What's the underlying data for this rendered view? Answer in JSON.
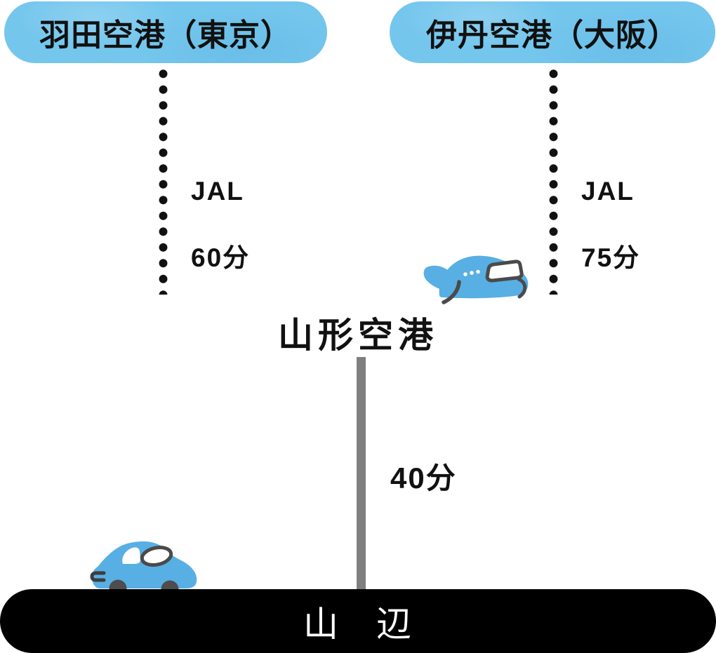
{
  "airports": [
    {
      "name": "羽田空港（東京）",
      "airline": "JAL",
      "duration": "60分"
    },
    {
      "name": "伊丹空港（大阪）",
      "airline": "JAL",
      "duration": "75分"
    }
  ],
  "hub": {
    "name": "山形空港"
  },
  "ground": {
    "duration": "40分",
    "destination": "山　辺"
  },
  "icons": {
    "plane": "airplane-illustration",
    "car": "car-illustration"
  },
  "colors": {
    "badge_blue": "#74c6ed",
    "vehicle_blue": "#58afe3",
    "detail_dark_gray": "#4a4a4a",
    "route_gray": "#7f7f7f",
    "dot_black": "#111111",
    "road_black": "#000000",
    "text_black": "#111111",
    "text_white": "#ffffff"
  }
}
